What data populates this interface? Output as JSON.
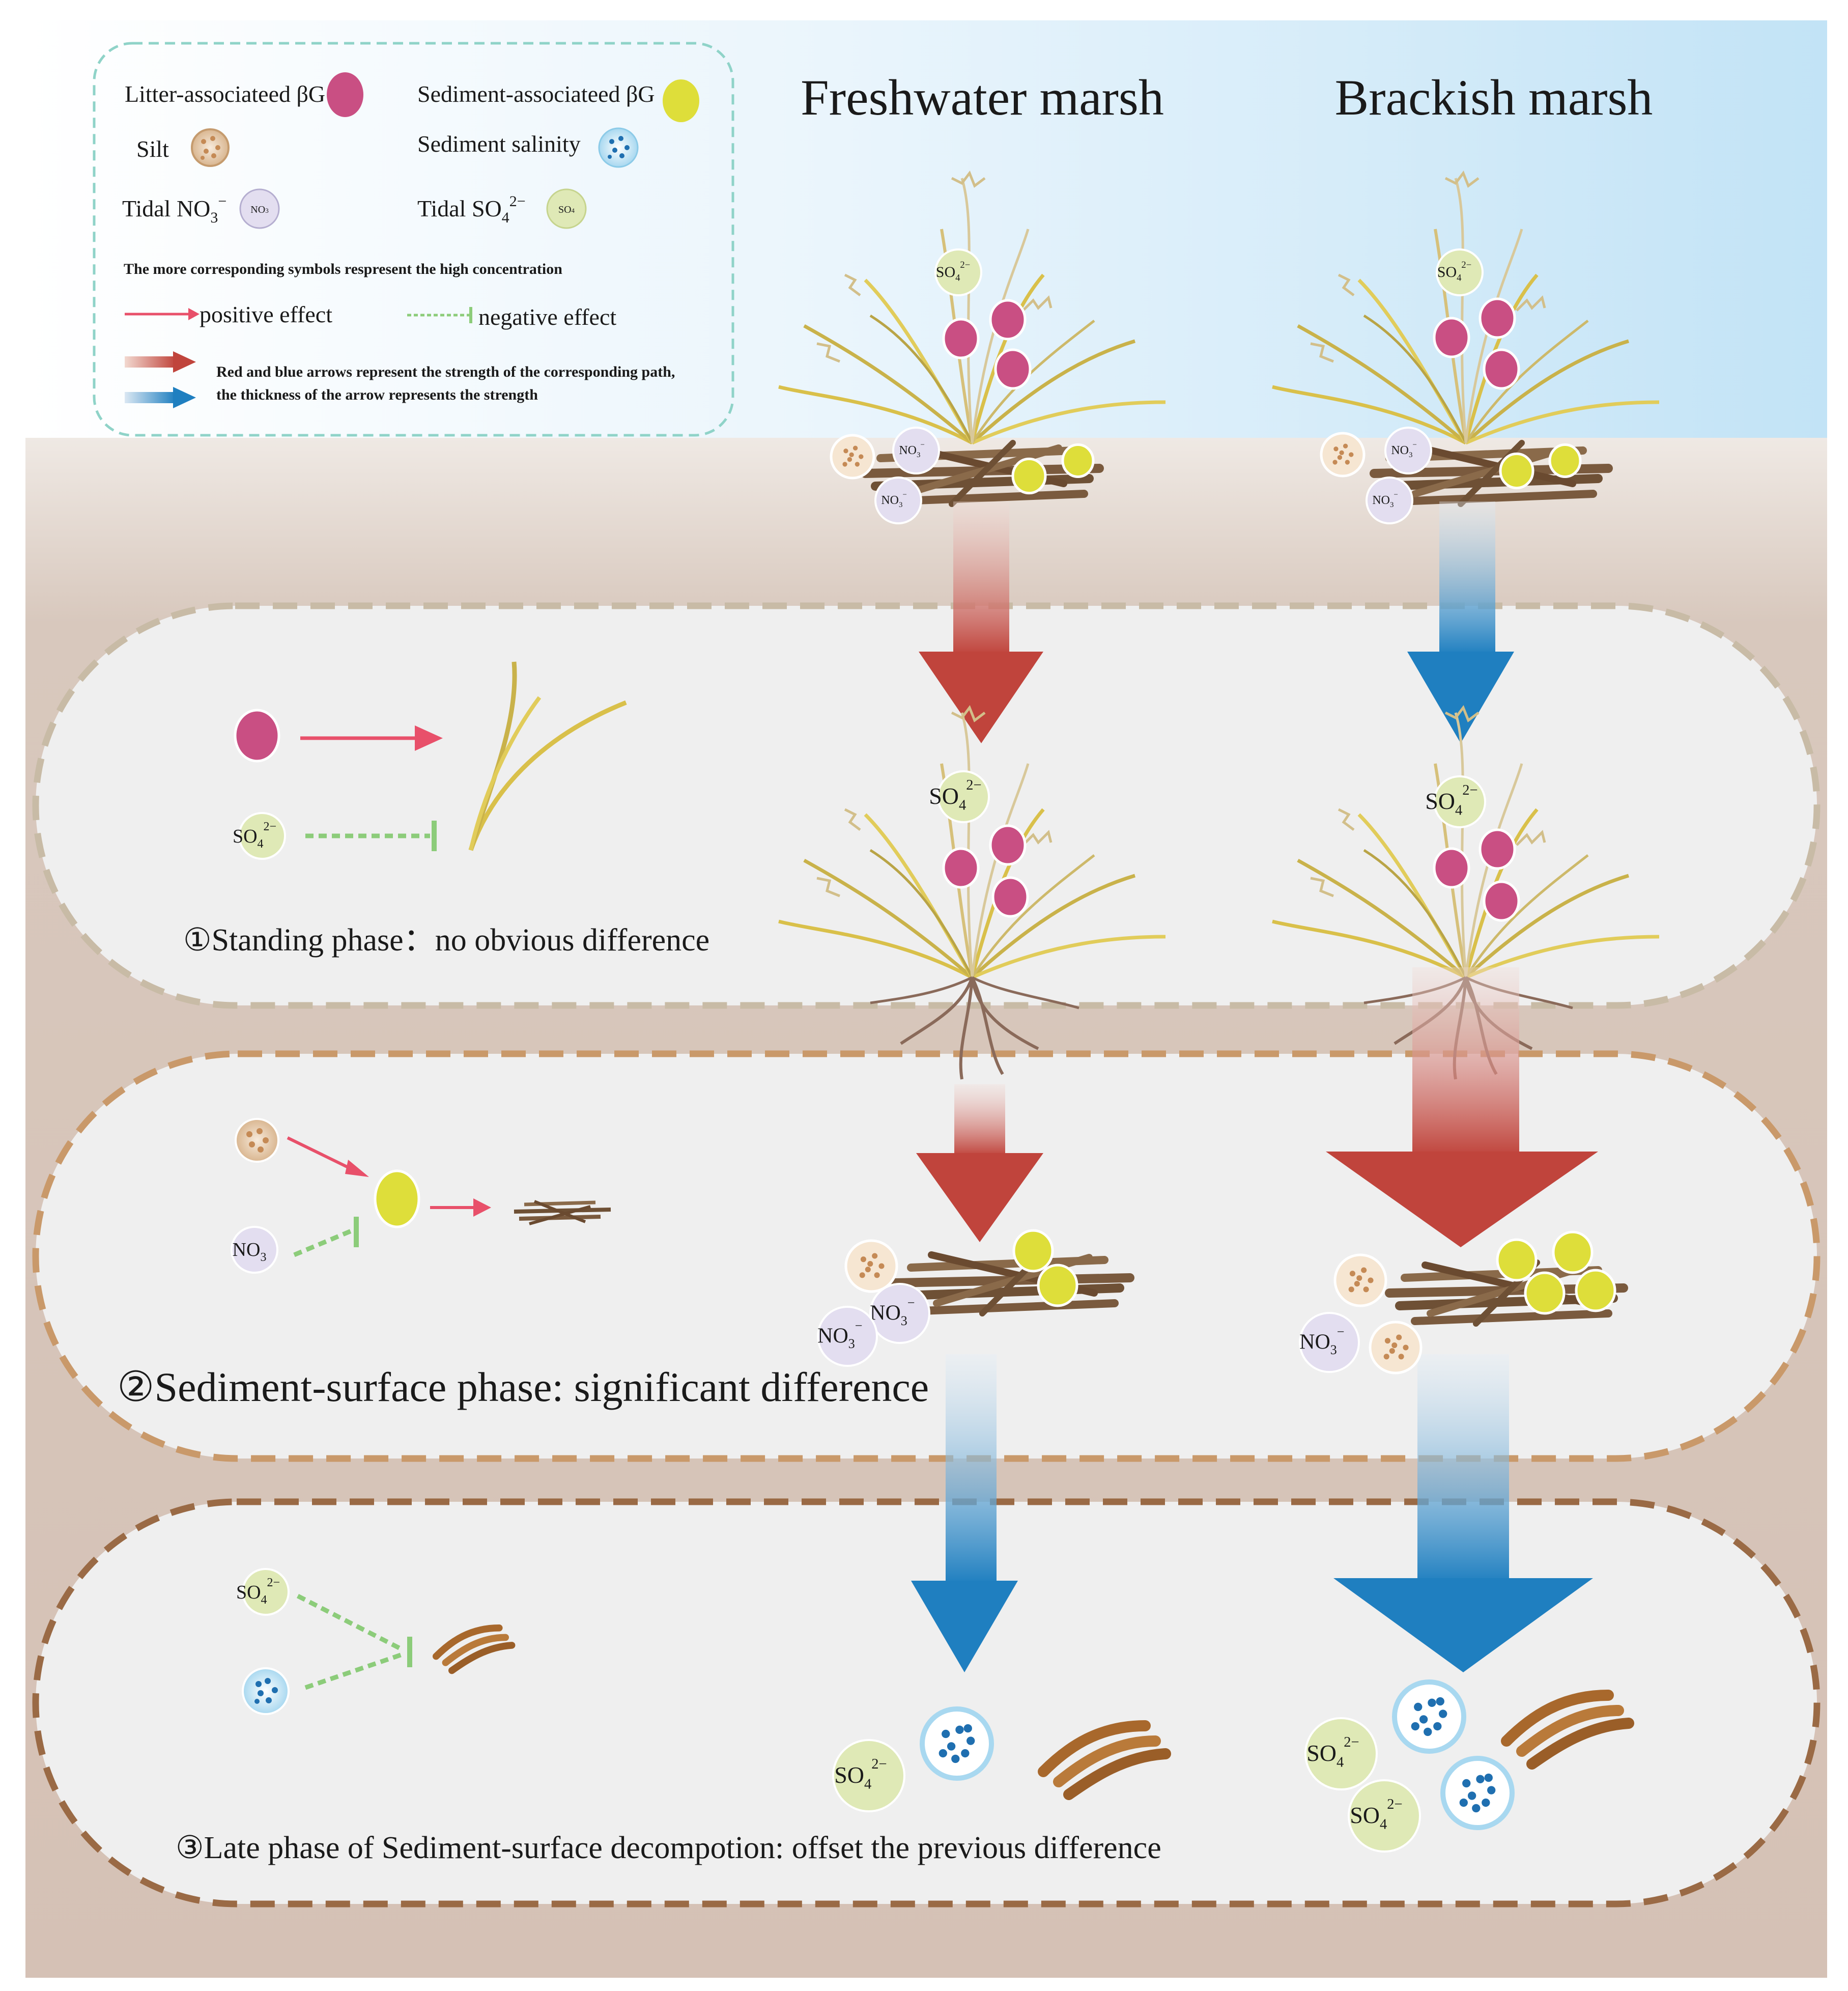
{
  "legend": {
    "litter_bg": "Litter-associateed βG",
    "sediment_bg": "Sediment-associateed βG",
    "silt": "Silt",
    "salinity": "Sediment salinity",
    "tidal_no3_prefix": "Tidal NO",
    "tidal_so4_prefix": "Tidal SO",
    "concentration_note": "The more corresponding symbols respresent the high concentration",
    "positive": "positive effect",
    "negative": "negative effect",
    "arrow_note_1": "Red and blue arrows represent the strength of the corresponding path,",
    "arrow_note_2": "the thickness of the arrow represents the strength"
  },
  "columns": {
    "fresh": "Freshwater marsh",
    "brackish": "Brackish marsh"
  },
  "phases": {
    "p1": "①Standing phase：no obvious difference",
    "p2": "②Sediment-surface phase: significant difference",
    "p3": "③Late phase of Sediment-surface decompotion: offset the previous difference"
  },
  "chem": {
    "no": "NO",
    "so": "SO",
    "sub3": "3",
    "sub4": "4",
    "minus": "−",
    "two_minus": "2−"
  },
  "colors": {
    "litter_bg": "#c94f83",
    "sediment_bg": "#dede3a",
    "silt": "#e8cfae",
    "salinity": "#cdeaf7",
    "no3": "#e3def0",
    "so4": "#dfe9b6",
    "positive": "#e8506a",
    "negative": "#8ccc7a",
    "red_arrow": "#c0443c",
    "blue_arrow": "#1f7fc0"
  }
}
